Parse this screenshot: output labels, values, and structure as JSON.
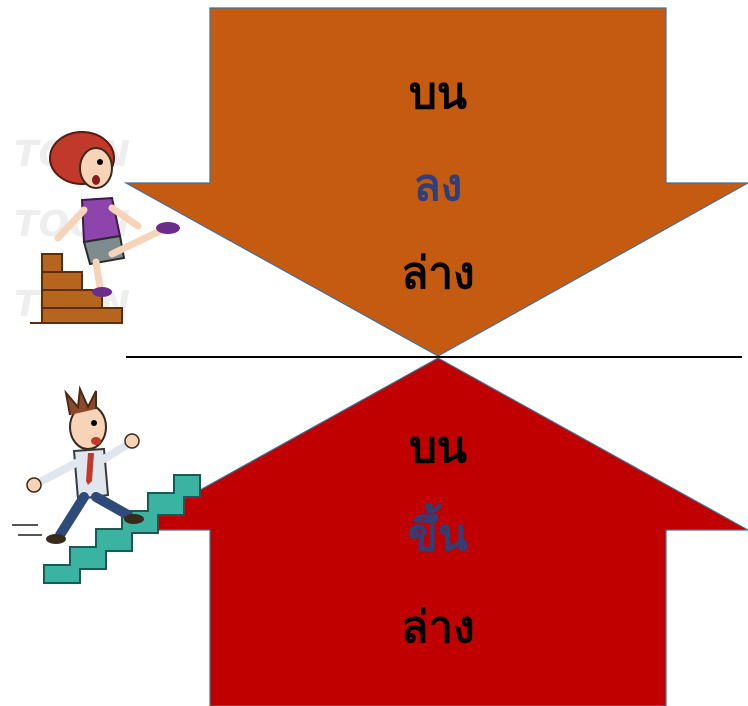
{
  "down_arrow": {
    "color": "#c55a11",
    "words": [
      {
        "text": "บน",
        "color": "#000000"
      },
      {
        "text": "ลง",
        "color": "#2e3f7a"
      },
      {
        "text": "ล่าง",
        "color": "#000000"
      }
    ]
  },
  "up_arrow": {
    "color": "#c00000",
    "words": [
      {
        "text": "บน",
        "color": "#000000"
      },
      {
        "text": "ขึ้น",
        "color": "#2e3f7a"
      },
      {
        "text": "ล่าง",
        "color": "#000000"
      }
    ]
  },
  "divider": {
    "color": "#000000"
  },
  "illustrations": {
    "top": {
      "icon": "woman-walking-down-stairs-icon",
      "watermark": "TOONCLIPS"
    },
    "bottom": {
      "icon": "man-running-up-stairs-icon"
    }
  }
}
